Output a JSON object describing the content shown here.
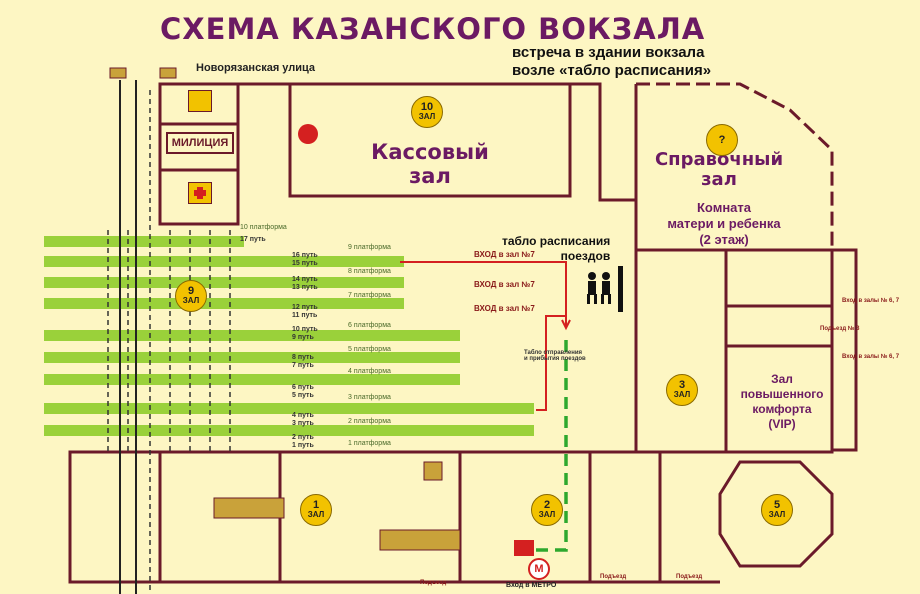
{
  "title": "СХЕМА КАЗАНСКОГО ВОКЗАЛА",
  "meeting_note": [
    "встреча в здании вокзала",
    "возле «табло расписания»"
  ],
  "street": "Новорязанская улица",
  "militia": "МИЛИЦИЯ",
  "ticket_hall": [
    "Кассовый",
    "зал"
  ],
  "info_hall": [
    "Справочный",
    "зал"
  ],
  "mother_room": [
    "Комната",
    "матери и ребенка",
    "(2 этаж)"
  ],
  "comfort_hall": [
    "Зал",
    "повышенного",
    "комфорта",
    "(VIP)"
  ],
  "tablo_label": [
    "табло расписания",
    "поездов"
  ],
  "tablo_small": [
    "Табло отправления",
    "и прибытия поездов"
  ],
  "metro_label": "Вход в МЕТРО",
  "halls": [
    {
      "num": "10",
      "word": "ЗАЛ"
    },
    {
      "num": "9",
      "word": "ЗАЛ"
    },
    {
      "num": "3",
      "word": "ЗАЛ"
    },
    {
      "num": "1",
      "word": "ЗАЛ"
    },
    {
      "num": "2",
      "word": "ЗАЛ"
    },
    {
      "num": "5",
      "word": "ЗАЛ"
    }
  ],
  "info_symbol": "?",
  "metro_symbol": "М",
  "platforms": [
    "10 платформа",
    "9 платформа",
    "8 платформа",
    "7 платформа",
    "6 платформа",
    "5 платформа",
    "4 платформа",
    "3 платформа",
    "2 платформа",
    "1 платформа"
  ],
  "tracks": [
    "17 путь",
    "16 путь",
    "15 путь",
    "14 путь",
    "13 путь",
    "12 путь",
    "11 путь",
    "10 путь",
    "9 путь",
    "8 путь",
    "7 путь",
    "6 путь",
    "5 путь",
    "4 путь",
    "3 путь",
    "2 путь",
    "1 путь"
  ],
  "entrances": [
    "ВХОД в зал №7",
    "ВХОД в зал №7",
    "ВХОД в зал №7"
  ],
  "side_labels": [
    "Вход в залы № 6, 7",
    "Подъезд № 3",
    "Вход в залы № 6, 7",
    "Подъезд",
    "Подъезд",
    "Подъезд"
  ],
  "colors": {
    "title": "#6b1a63",
    "background": "#fdf6c3",
    "platform": "#9ad13a",
    "wall": "#6b1a2a",
    "route_red": "#d42020",
    "route_green": "#2ea82e",
    "hall_badge": "#f2c200"
  }
}
